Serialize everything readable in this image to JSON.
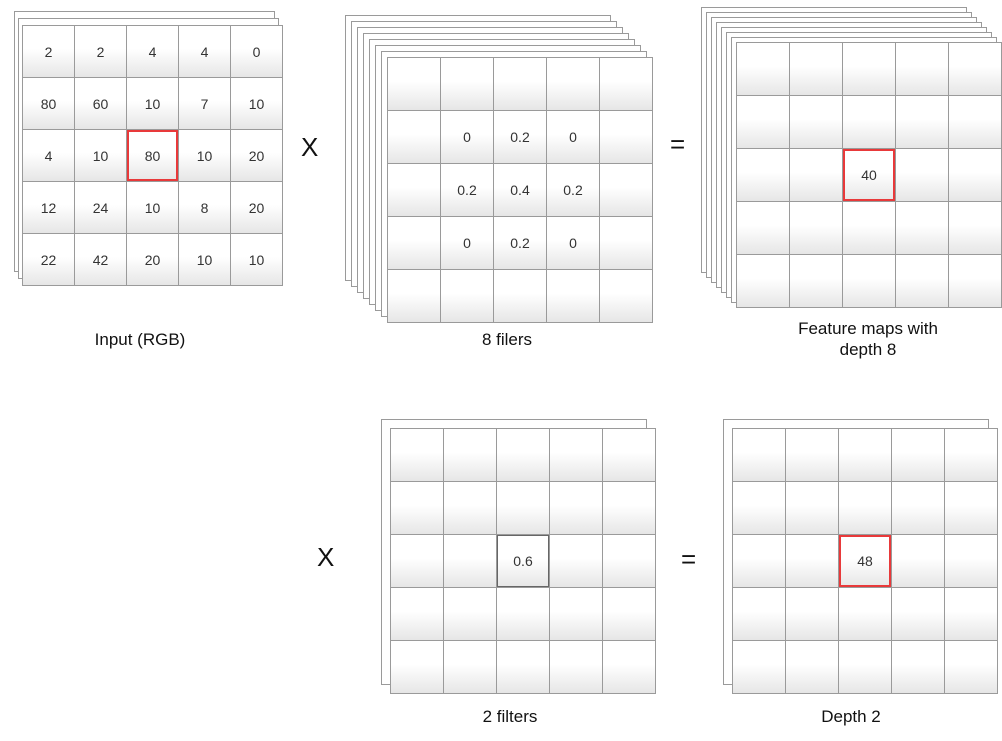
{
  "input_grid": {
    "values": [
      [
        "2",
        "2",
        "4",
        "4",
        "0"
      ],
      [
        "80",
        "60",
        "10",
        "7",
        "10"
      ],
      [
        "4",
        "10",
        "80",
        "10",
        "20"
      ],
      [
        "12",
        "24",
        "10",
        "8",
        "20"
      ],
      [
        "22",
        "42",
        "20",
        "10",
        "10"
      ]
    ]
  },
  "filters_8_grid": {
    "values": [
      [
        "",
        "",
        "",
        "",
        ""
      ],
      [
        "",
        "0",
        "0.2",
        "0",
        ""
      ],
      [
        "",
        "0.2",
        "0.4",
        "0.2",
        ""
      ],
      [
        "",
        "0",
        "0.2",
        "0",
        ""
      ],
      [
        "",
        "",
        "",
        "",
        ""
      ]
    ]
  },
  "feature_map_grid": {
    "values": [
      [
        "",
        "",
        "",
        "",
        ""
      ],
      [
        "",
        "",
        "",
        "",
        ""
      ],
      [
        "",
        "",
        "40",
        "",
        ""
      ],
      [
        "",
        "",
        "",
        "",
        ""
      ],
      [
        "",
        "",
        "",
        "",
        ""
      ]
    ]
  },
  "filters_2_grid": {
    "values": [
      [
        "",
        "",
        "",
        "",
        ""
      ],
      [
        "",
        "",
        "",
        "",
        ""
      ],
      [
        "",
        "",
        "0.6",
        "",
        ""
      ],
      [
        "",
        "",
        "",
        "",
        ""
      ],
      [
        "",
        "",
        "",
        "",
        ""
      ]
    ]
  },
  "depth_2_grid": {
    "values": [
      [
        "",
        "",
        "",
        "",
        ""
      ],
      [
        "",
        "",
        "",
        "",
        ""
      ],
      [
        "",
        "",
        "48",
        "",
        ""
      ],
      [
        "",
        "",
        "",
        "",
        ""
      ],
      [
        "",
        "",
        "",
        "",
        ""
      ]
    ]
  },
  "operators": {
    "multiply": "X",
    "equals": "="
  },
  "labels": {
    "input": "Input (RGB)",
    "filters_8": "8 filers",
    "feature_maps_line1": "Feature maps with",
    "feature_maps_line2": "depth 8",
    "filters_2": "2 filters",
    "depth_2": "Depth 2"
  },
  "colors": {
    "highlight": "#e8393a",
    "grid_line": "#9a9a9a"
  }
}
